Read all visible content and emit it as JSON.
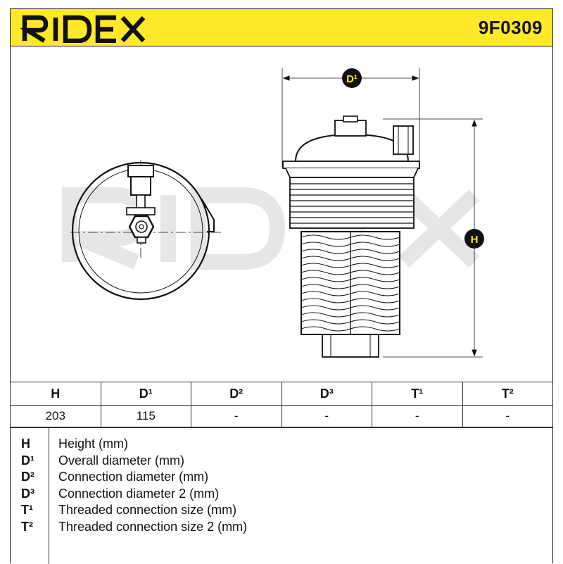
{
  "header": {
    "brand": "RIDEX",
    "part_number": "9F0309",
    "colors": {
      "band": "#ffe82a",
      "ink": "#111111"
    }
  },
  "drawing": {
    "watermark": "RIDEX",
    "dimension_labels": {
      "d1": "D¹",
      "h": "H"
    },
    "icons": [
      "filter-side-view",
      "filter-top-view"
    ]
  },
  "specs": {
    "headers": [
      "H",
      "D¹",
      "D²",
      "D³",
      "T¹",
      "T²"
    ],
    "values": [
      "203",
      "115",
      "-",
      "-",
      "-",
      "-"
    ]
  },
  "legend": [
    {
      "key": "H",
      "text": "Height (mm)"
    },
    {
      "key": "D¹",
      "text": "Overall diameter (mm)"
    },
    {
      "key": "D²",
      "text": "Connection diameter (mm)"
    },
    {
      "key": "D³",
      "text": "Connection diameter 2 (mm)"
    },
    {
      "key": "T¹",
      "text": "Threaded connection size (mm)"
    },
    {
      "key": "T²",
      "text": "Threaded connection size 2 (mm)"
    }
  ]
}
